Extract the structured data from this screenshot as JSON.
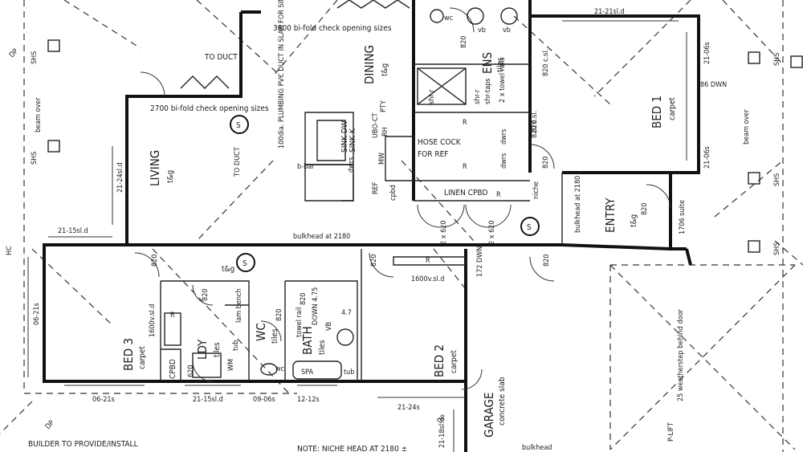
{
  "rooms": {
    "living": "LIVING",
    "living_floor": "t&g",
    "dining": "DINING",
    "dining_floor": "t&g",
    "bed1": "BED 1",
    "bed1_floor": "carpet",
    "ens": "ENS",
    "ens_floor": "tiles",
    "entry": "ENTRY",
    "entry_floor": "t&g",
    "bed3": "BED 3",
    "bed3_floor": "carpet",
    "ldy": "LDY",
    "ldy_floor": "tiles",
    "wc": "WC",
    "wc_floor": "tiles",
    "bath": "BATH",
    "bath_floor": "tiles",
    "bed2": "BED 2",
    "bed2_floor": "carpet",
    "garage": "GARAGE",
    "garage_floor": "concrete slab",
    "hall_floor": "t&g"
  },
  "fixtures": {
    "linen": "LINEN CPBD",
    "cpbd": "CPBD",
    "sink_dw": "SINK DW",
    "sink_k": "SINK K",
    "dwrs": "dwrs",
    "dwrs2": "dwrs",
    "dwrs3": "dwrs",
    "mw": "MW",
    "rh": "RH",
    "ubo_ct": "UBO-CT",
    "pty": "PTY",
    "ref": "REF",
    "cpbd2": "cpbd",
    "bbar": "b-bar",
    "r1": "R",
    "r2": "R",
    "r3": "R",
    "r4": "R",
    "r5": "R",
    "shr_r1": "shr-r",
    "shr_r2": "shr-r",
    "shr_taps": "shr-taps",
    "towel_rails_ens": "2 x towel rails",
    "wc1": "wc",
    "vb1": "vb",
    "vb2": "vb",
    "vb3": "VB",
    "wc2": "wc",
    "spa": "SPA",
    "tub": "tub",
    "bath_down": "DOWN 4.75",
    "towel_rail_bath": "towel rail",
    "bath_47": "4.7",
    "tub_ldy": "tub",
    "wm": "WM",
    "lam_bench": "lam bench",
    "s1": "S",
    "s2": "S",
    "s3": "S",
    "niche": "niche",
    "suite": "1706 suite",
    "bulk_entry": "bulkhead at 2180",
    "bulk_hall": "bulkhead at 2180",
    "bulk_garage": "bulkhead",
    "dwn1": "86 DWN",
    "dwn2": "172 DWN",
    "csl1": "820 c.sl.",
    "csl2": "820 c.sl.",
    "p_lift": "P-LIFT",
    "weathersteps": "25 weatherstep behind door"
  },
  "notes": {
    "bifold_top": "3800 bi-fold check opening sizes",
    "bifold_left": "2700 bi-fold check opening sizes",
    "plumbing": "100dia. PLUMBING PVC DUCT IN SLAB FOR SINK",
    "to_duct1": "TO DUCT",
    "to_duct2": "TO DUCT",
    "hose_cock_1": "HOSE COCK",
    "hose_cock_2": "FOR REF",
    "builder": "BUILDER TO PROVIDE/INSTALL",
    "niche_head": "NOTE: NICHE HEAD AT 2180 ±"
  },
  "windows": {
    "w_top": "21-21sl.d",
    "w_bed1_a": "21-06s",
    "w_bed1_b": "21-06s",
    "w_living": "21-24sl.d",
    "w_hall": "21-15sl.d",
    "w_bed3_side": "06-21s",
    "w_bed3_bot": "06-21s",
    "w_ldy": "21-15sl.d",
    "w_wc": "09-06s",
    "w_bath": "12-12s",
    "w_bed2": "21-24s",
    "w_bed3_robe": "1600v.sl.d",
    "w_bed2_robe": "1600v.sl.d",
    "w_garage": "21-18sl.d"
  },
  "doors": {
    "d1": "820",
    "d2": "820",
    "d3": "820",
    "d4": "820",
    "d5": "820",
    "d6": "820",
    "d7": "820",
    "d8": "820",
    "d9": "820",
    "d10": "820",
    "d11": "620",
    "d12": "2 x 620",
    "d13": "2 x 620"
  },
  "site": {
    "shs": "SHS",
    "beam_over": "beam over",
    "dp": "DP",
    "hc": "HC"
  }
}
